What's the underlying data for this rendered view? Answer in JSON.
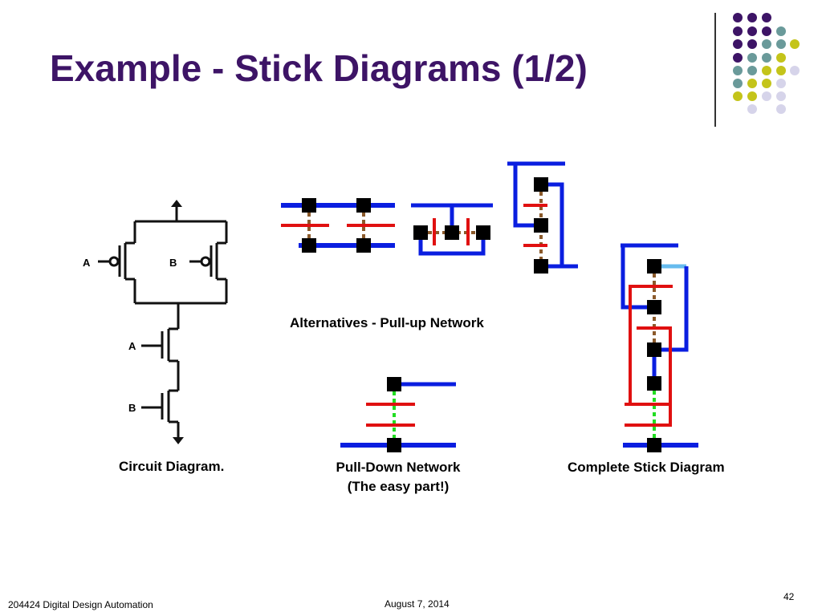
{
  "slide": {
    "title": "Example - Stick Diagrams (1/2)",
    "page_number": "42"
  },
  "circuit": {
    "label": "Circuit Diagram.",
    "input_a": "A",
    "input_b": "B"
  },
  "pullup": {
    "label": "Alternatives - Pull-up Network"
  },
  "pulldown": {
    "label_line1": "Pull-Down Network",
    "label_line2": "(The easy part!)"
  },
  "complete": {
    "label": "Complete Stick Diagram"
  },
  "footer": {
    "course": "204424 Digital Design Automation",
    "date": "August 7, 2014"
  },
  "colors": {
    "title": "#3d1466",
    "metal": "#0a1ee0",
    "poly": "#e01010",
    "diff_p": "#8b5a2b",
    "diff_n": "#22dd22",
    "contact": "#000000",
    "metal2": "#66bbee",
    "dot_purple": "#3d1466",
    "dot_teal": "#6a9a9a",
    "dot_yellow": "#c4c41a",
    "dot_lavender": "#d6d4ea"
  }
}
